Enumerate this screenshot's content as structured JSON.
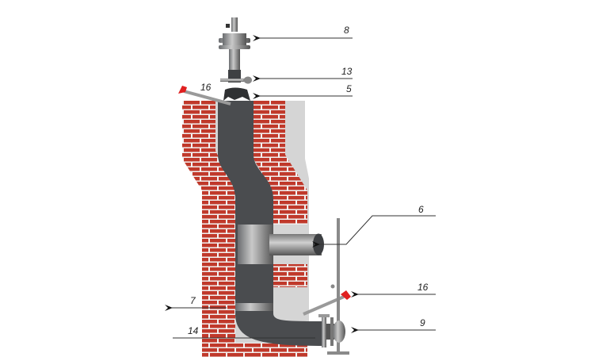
{
  "labels": {
    "l8": "8",
    "l13": "13",
    "l5": "5",
    "l16_top": "16",
    "l6": "6",
    "l16_bottom": "16",
    "l7": "7",
    "l14": "14",
    "l9": "9"
  },
  "colors": {
    "brick": "#c0392b",
    "mortar": "#f4f4f4",
    "shaft": "#d5d5d5",
    "pipe": "#4a4c4f",
    "handle": "#e02020"
  }
}
